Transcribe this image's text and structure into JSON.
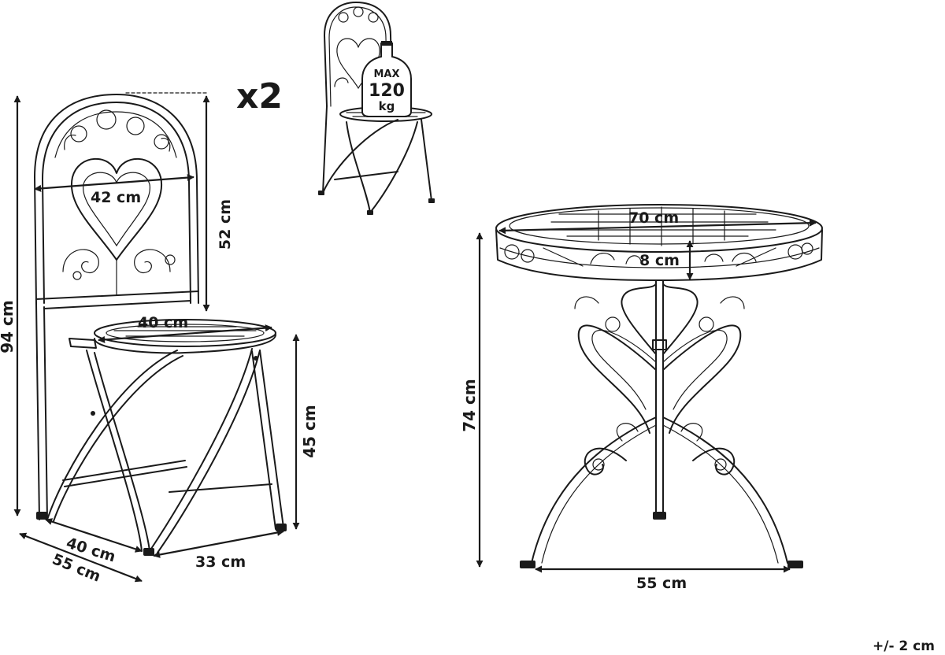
{
  "chair": {
    "backrest_width": "42 cm",
    "backrest_height": "52 cm",
    "total_height": "94 cm",
    "seat_diameter": "40 cm",
    "seat_height": "45 cm",
    "depth_40": "40 cm",
    "depth_55": "55 cm",
    "width_33": "33 cm"
  },
  "quantity": "x2",
  "load_badge": {
    "max": "MAX",
    "value": "120",
    "unit": "kg"
  },
  "table": {
    "diameter": "70 cm",
    "apron_height": "8 cm",
    "height": "74 cm",
    "base_width": "55 cm"
  },
  "tolerance": "+/- 2 cm",
  "colors": {
    "line": "#1a1a1a",
    "background": "#ffffff"
  }
}
